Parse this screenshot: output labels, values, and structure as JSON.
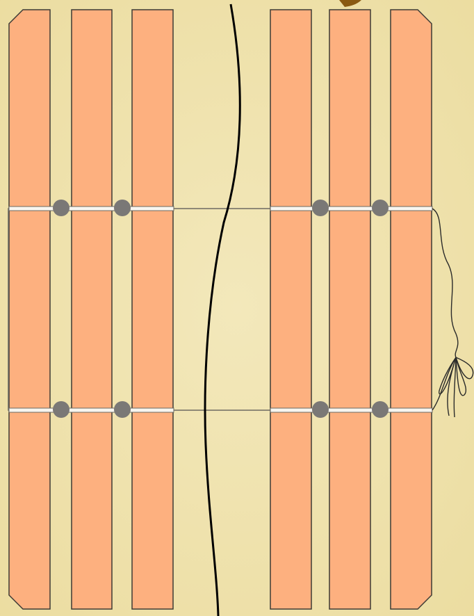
{
  "diagram": {
    "description_visible_text": [],
    "colors": {
      "background": "#f1e4b2",
      "background_edge": "#e8d79a",
      "slat_fill": "#fdb07f",
      "slat_stroke": "#3d3a35",
      "string": "#f8f6f0",
      "string_outline": "#6d6a62",
      "knot_dot": "#7a7876",
      "curve": "#000000",
      "corner_shape": "#8a5a12"
    },
    "slat_groups": {
      "left": {
        "count": 3
      },
      "right": {
        "count": 3
      }
    },
    "ties": {
      "rows": 2,
      "knots_per_row": 4
    },
    "tassel": {
      "present": true
    }
  }
}
